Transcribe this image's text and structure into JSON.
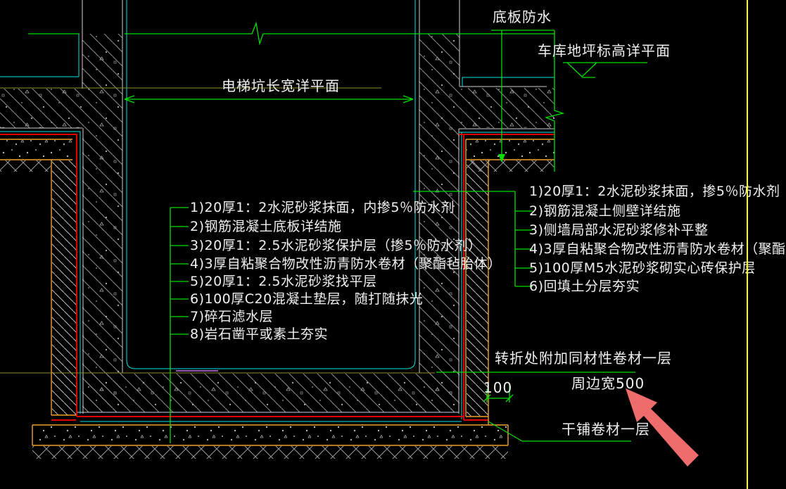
{
  "drawing": {
    "labels": {
      "bottom_waterproofing": "底板防水",
      "garage_floor": "车库地坪标高详平面",
      "pit_plan": "电梯坑长宽详平面",
      "corner_strip": "转折处附加同材性卷材一层",
      "perimeter": "周边宽500",
      "dim100": "100",
      "dry_laid": "干铺卷材一层"
    },
    "notes_left": {
      "items": [
        "1)20厚1：2水泥砂浆抹面，内掺5％防水剂",
        "2)钢筋混凝土底板详结施",
        "3)20厚1：2.5水泥砂浆保护层（掺5％防水剂）",
        "4)3厚自粘聚合物改性沥青防水卷材（聚酯毡胎体）",
        "5)20厚1：2.5水泥砂浆找平层",
        "6)100厚C20混凝土垫层，随打随抹光",
        "7)碎石滤水层",
        "8)岩石凿平或素土夯实"
      ]
    },
    "notes_right": {
      "items": [
        "1)20厚1：2水泥砂浆抹面，掺5％防水剂",
        "2)钢筋混凝土侧壁详结施",
        "3)侧墙局部水泥砂浆修补平整",
        "4)3厚自粘聚合物改性沥青防水卷材（聚酯",
        "5)100厚M5水泥砂浆砌实心砖保护层",
        "6)回填土分层夯实"
      ]
    },
    "colors": {
      "background": "#000000",
      "leader_green": "#00dd00",
      "finish_cyan": "#00e5e5",
      "membrane_red": "#e00000",
      "protection_orange": "#f0a030",
      "datum_olive": "#8f8f2a",
      "finish_violet": "#c873f0",
      "edge_yellow": "#ffff00",
      "outline_white": "#cfcfcf",
      "hatch_gray": "#8f8f8f",
      "text_white": "#f0f0f0",
      "annotation_arrow": "#ef6c6c"
    }
  }
}
